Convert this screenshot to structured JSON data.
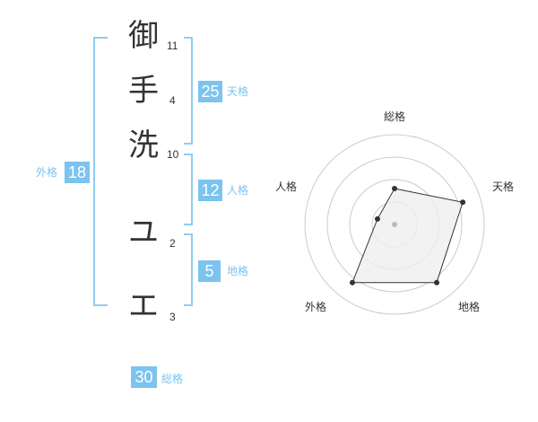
{
  "name": {
    "characters": [
      {
        "char": "御",
        "strokes": "11"
      },
      {
        "char": "手",
        "strokes": "4"
      },
      {
        "char": "洗",
        "strokes": "10"
      },
      {
        "char": "ユ",
        "strokes": "2"
      },
      {
        "char": "エ",
        "strokes": "3"
      }
    ]
  },
  "fortunes": {
    "tenkaku": {
      "value": "25",
      "label": "天格"
    },
    "jinkaku": {
      "value": "12",
      "label": "人格"
    },
    "chikaku": {
      "value": "5",
      "label": "地格"
    },
    "gaikaku": {
      "value": "18",
      "label": "外格"
    },
    "soukaku": {
      "value": "30",
      "label": "総格"
    }
  },
  "colors": {
    "accent": "#7cc3ef",
    "bracket": "#8ecdf2",
    "text": "#333333",
    "radar_fill": "#efefef",
    "radar_ring": "#cccccc"
  },
  "chart_data": {
    "type": "radar",
    "axes": [
      "総格",
      "天格",
      "地格",
      "外格",
      "人格"
    ],
    "values": [
      2,
      4,
      4,
      4,
      1
    ],
    "max": 5,
    "rings": 4,
    "grid": true
  }
}
